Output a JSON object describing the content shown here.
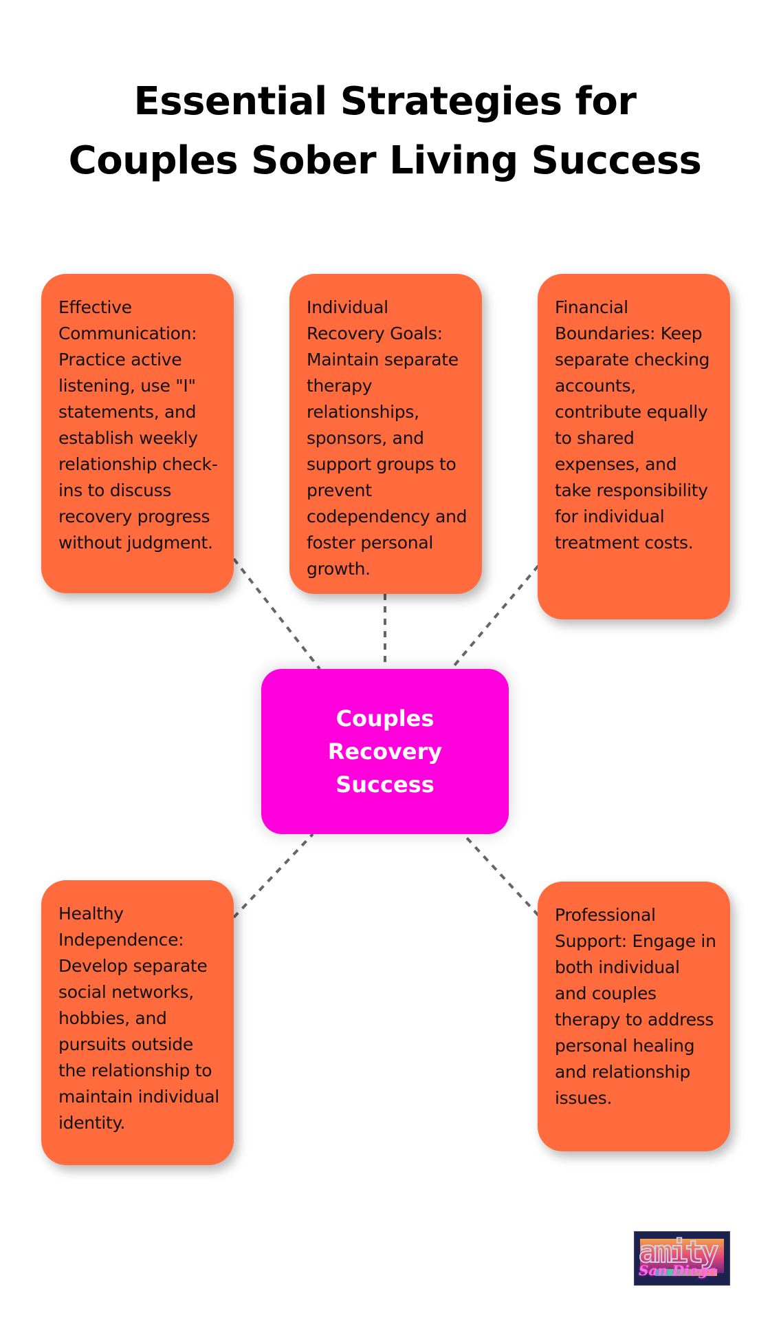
{
  "title": {
    "line1": "Essential Strategies for",
    "line2": "Couples Sober Living Success"
  },
  "center_node": {
    "label": "Couples Recovery Success",
    "color": "#ff00dd"
  },
  "card_color": "#ff6b3d",
  "connector_color": "#666666",
  "cards": [
    {
      "text": "Effective Communication: Practice active listening, use \"I\" statements, and establish weekly relationship check-ins to discuss recovery progress without judgment."
    },
    {
      "text": "Individual Recovery Goals: Maintain separate therapy relationships, sponsors, and support groups to prevent codependency and foster personal growth."
    },
    {
      "text": "Financial Boundaries: Keep separate checking accounts, contribute equally to shared expenses, and take responsibility for individual treatment costs."
    },
    {
      "text": "Healthy Independence: Develop separate social networks, hobbies, and pursuits outside the relationship to maintain individual identity."
    },
    {
      "text": "Professional Support: Engage in both individual and couples therapy to address personal healing and relationship issues."
    }
  ],
  "logo": {
    "word": "amity",
    "script": "San Diego"
  }
}
